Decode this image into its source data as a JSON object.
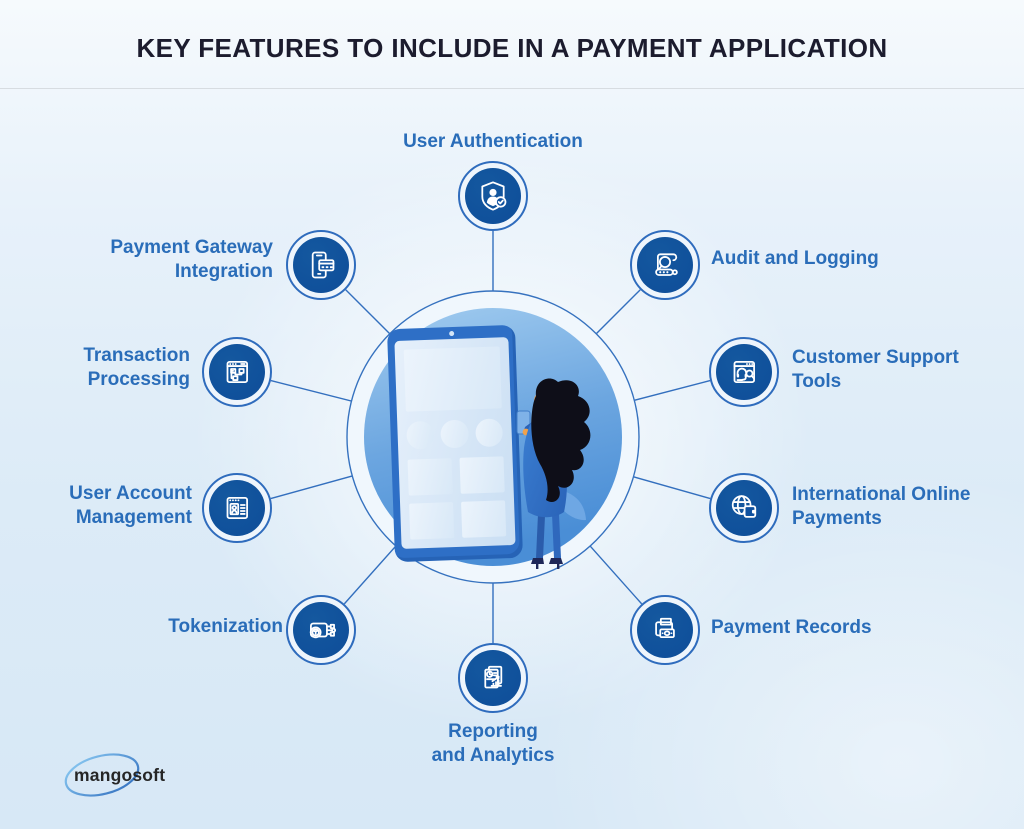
{
  "title": "KEY FEATURES TO INCLUDE IN A PAYMENT APPLICATION",
  "brand": {
    "name": "mangosoft"
  },
  "center": {
    "description": "Woman interacting with a giant smartphone app screen"
  },
  "colors": {
    "label_blue": "#2a6db9",
    "node_fill_blue": "#0f519f",
    "ring_line_blue": "#2f6cbd",
    "center_circle_top": "#a3cdf0",
    "center_circle_bottom": "#4a8ed6",
    "title_color": "#1c1c2e"
  },
  "nodes": [
    {
      "id": "user-authentication",
      "label": "User Authentication",
      "icon": "shield-user-check-icon"
    },
    {
      "id": "payment-gateway-integration",
      "label": "Payment Gateway\nIntegration",
      "icon": "phone-credit-card-icon"
    },
    {
      "id": "audit-and-logging",
      "label": "Audit and Logging",
      "icon": "audit-scroll-magnifier-icon"
    },
    {
      "id": "transaction-processing",
      "label": "Transaction\nProcessing",
      "icon": "window-flowchart-icon"
    },
    {
      "id": "customer-support-tools",
      "label": "Customer Support\nTools",
      "icon": "window-headset-magnifier-icon"
    },
    {
      "id": "user-account-management",
      "label": "User Account\nManagement",
      "icon": "window-id-card-icon"
    },
    {
      "id": "international-online-payments",
      "label": "International Online\nPayments",
      "icon": "globe-wallet-icon"
    },
    {
      "id": "tokenization",
      "label": "Tokenization",
      "icon": "card-token-circuit-icon"
    },
    {
      "id": "payment-records",
      "label": "Payment Records",
      "icon": "folder-banknote-icon"
    },
    {
      "id": "reporting-and-analytics",
      "label": "Reporting\nand Analytics",
      "icon": "documents-charts-icon"
    }
  ]
}
